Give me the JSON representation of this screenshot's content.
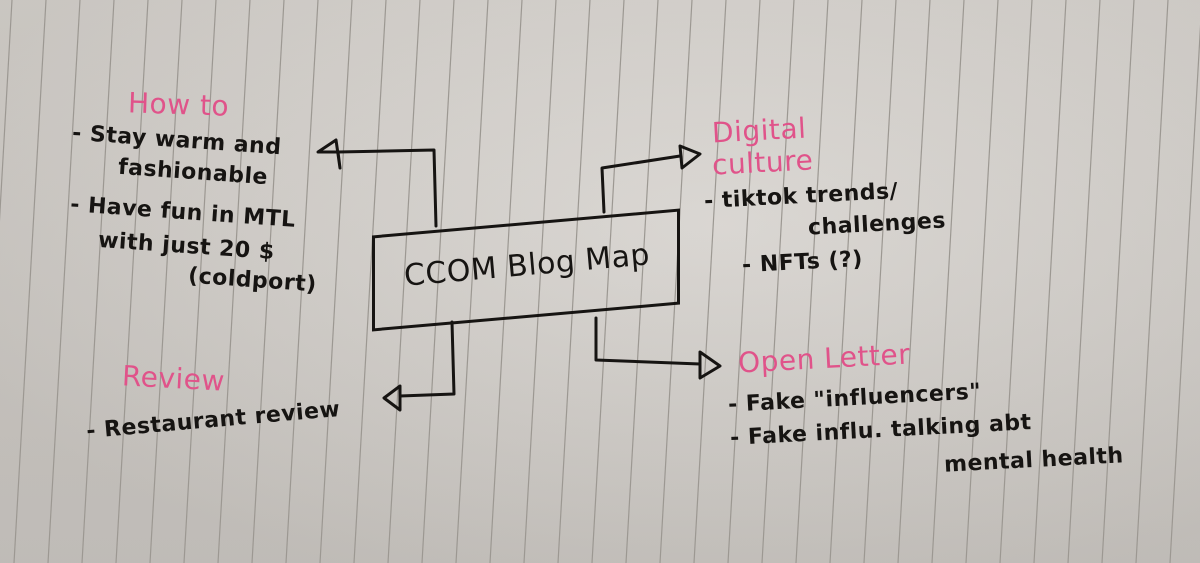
{
  "center": {
    "title": "CCOM Blog Map"
  },
  "sections": {
    "how_to": {
      "heading": "How to",
      "items": [
        "- Stay warm and",
        "fashionable",
        "- Have fun in MTL",
        "with just 20 $",
        "(coldport)"
      ]
    },
    "digital_culture": {
      "heading_line1": "Digital",
      "heading_line2": "culture",
      "items": [
        "- tiktok trends/",
        "challenges",
        "- NFTs (?)"
      ]
    },
    "review": {
      "heading": "Review",
      "items": [
        "- Restaurant review"
      ]
    },
    "open_letter": {
      "heading": "Open Letter",
      "items": [
        "- Fake \"influencers\"",
        "- Fake influ. talking abt",
        "mental health"
      ]
    }
  },
  "colors": {
    "ink": "#161412",
    "pink": "#e0538a",
    "paper": "#d2cec9",
    "rule": "#9c9892"
  }
}
